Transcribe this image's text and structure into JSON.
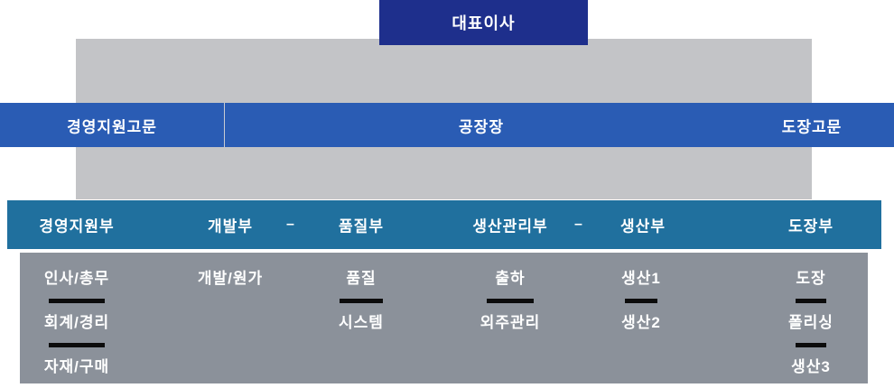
{
  "chart": {
    "ceo_label": "대표이사",
    "advisor_row": [
      {
        "label": "경영지원고문"
      },
      {
        "label": "공장장"
      },
      {
        "label": "도장고문"
      }
    ],
    "department_row": [
      {
        "label": "경영지원부"
      },
      {
        "label": "개발부"
      },
      {
        "label": "–"
      },
      {
        "label": "품질부"
      },
      {
        "label": "생산관리부"
      },
      {
        "label": "–"
      },
      {
        "label": "생산부"
      },
      {
        "label": "도장부"
      }
    ],
    "team_columns": [
      {
        "department": "경영지원부",
        "teams": [
          "인사/총무",
          "회계/경리",
          "자재/구매"
        ]
      },
      {
        "department": "개발부",
        "teams": [
          "개발/원가"
        ]
      },
      {
        "department": "품질부",
        "teams": [
          "품질",
          "시스템"
        ]
      },
      {
        "department": "생산관리부",
        "teams": [
          "출하",
          "외주관리"
        ]
      },
      {
        "department": "생산부",
        "teams": [
          "생산1",
          "생산2"
        ]
      },
      {
        "department": "도장부",
        "teams": [
          "도장",
          "폴리싱",
          "생산3"
        ]
      }
    ]
  },
  "colors": {
    "ceo_box": "#1e2f8c",
    "advisor_bar": "#2a5cb4",
    "department_bar": "#20709e",
    "connector": "#c3c4c7",
    "team_panel": "#8b919a",
    "team_divider": "#0c0c0c"
  }
}
